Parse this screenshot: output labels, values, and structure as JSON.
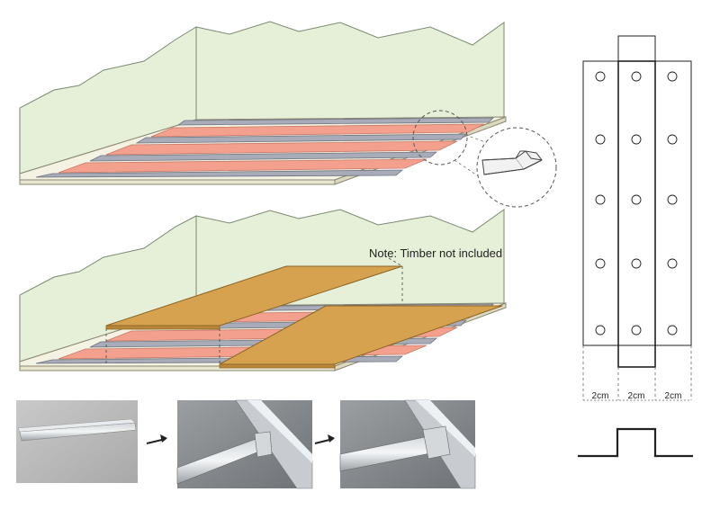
{
  "note": "Note: Timber not included",
  "dimensions": [
    "2cm",
    "2cm",
    "2cm"
  ],
  "colors": {
    "wall": "#e6f0d8",
    "wall_edge": "#7a8a70",
    "heating_film": "#f4a08e",
    "rail": "#a8acb8",
    "timber": "#d7a24f",
    "frame": "#e9e6cf"
  },
  "photos": [
    {
      "icon": "metal-strip-photo"
    },
    {
      "icon": "rail-join-photo"
    },
    {
      "icon": "rail-join-closeup-photo"
    }
  ],
  "icons": {
    "arrow": "arrow-right-icon",
    "hole": "mounting-hole-icon"
  }
}
